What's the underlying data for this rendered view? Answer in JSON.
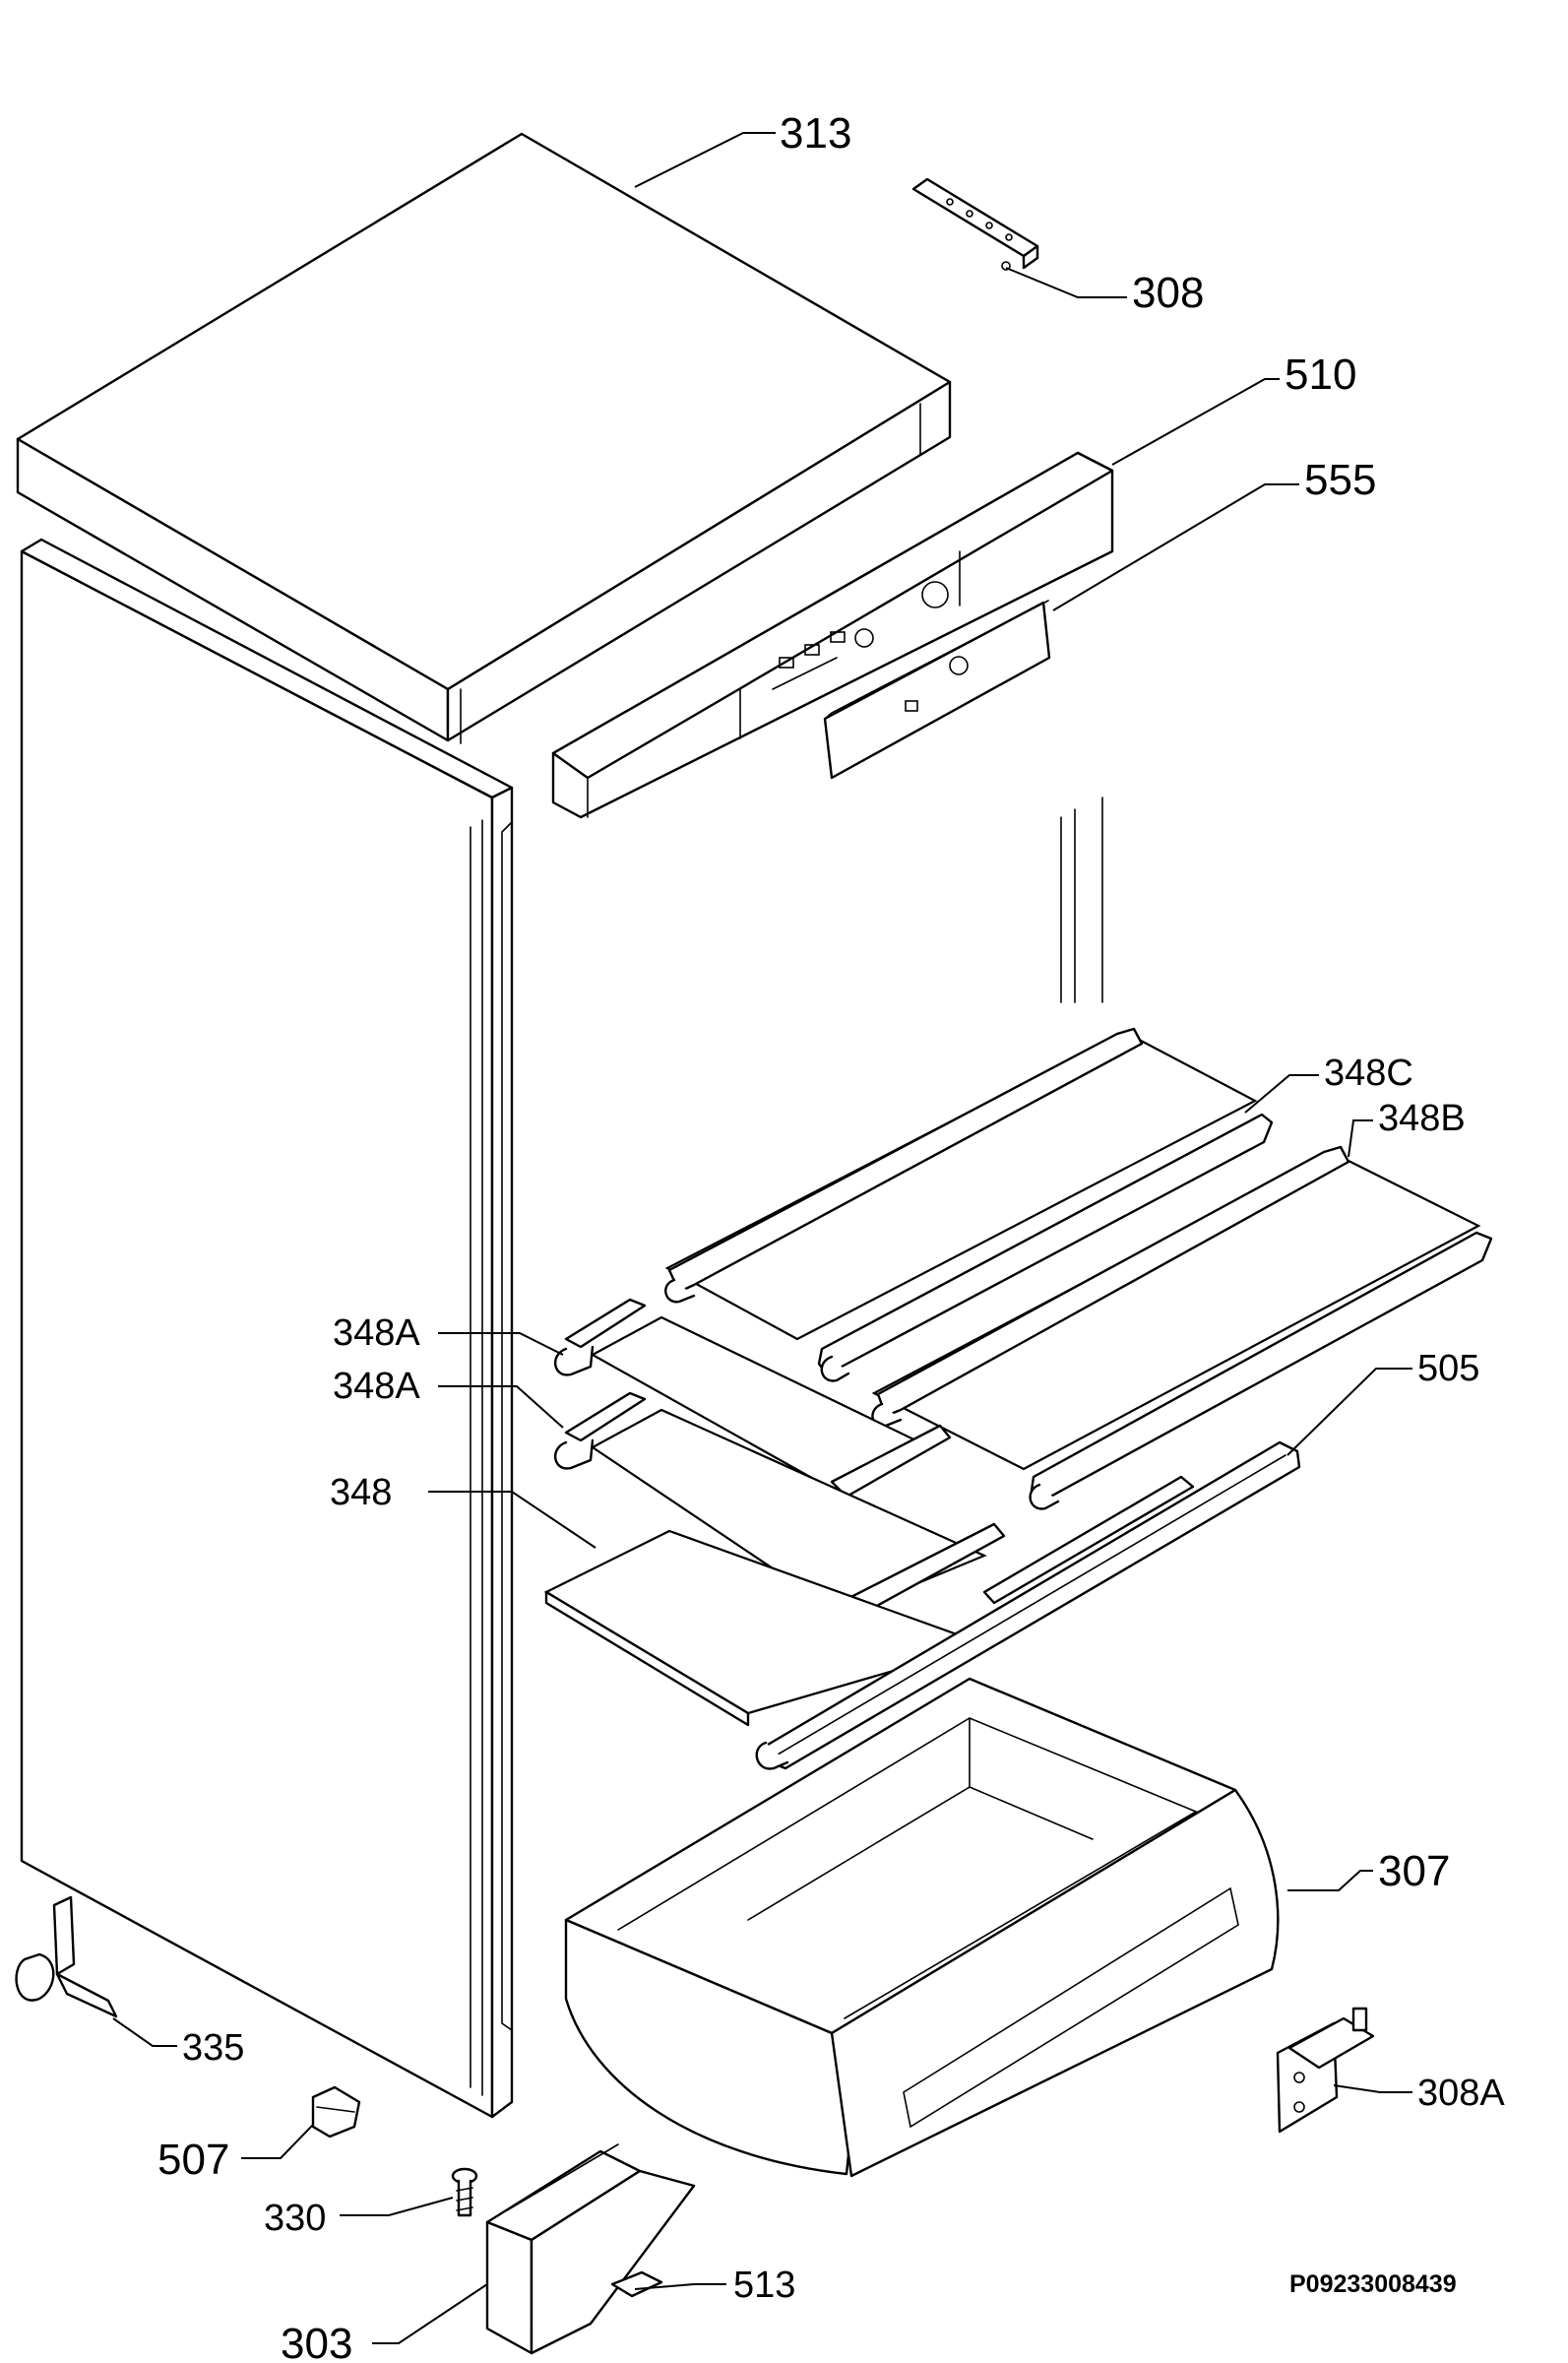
{
  "drawing_code": "P09233008439",
  "callouts": {
    "c313": "313",
    "c308": "308",
    "c510": "510",
    "c555": "555",
    "c348c": "348C",
    "c348b": "348B",
    "c348a_1": "348A",
    "c348a_2": "348A",
    "c505": "505",
    "c348": "348",
    "c307": "307",
    "c335": "335",
    "c308a": "308A",
    "c507": "507",
    "c330": "330",
    "c513": "513",
    "c303": "303"
  }
}
